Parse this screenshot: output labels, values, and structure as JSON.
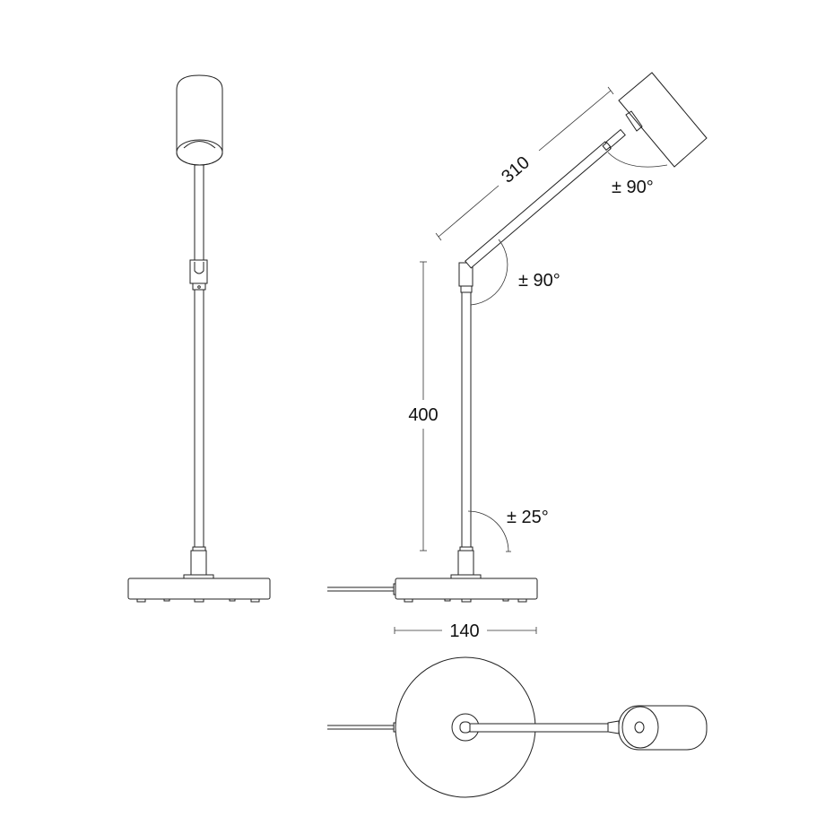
{
  "dimensions": {
    "arm_length": "310",
    "stem_height": "400",
    "base_width": "140",
    "head_rotation": "± 90°",
    "arm_rotation": "± 90°",
    "stem_tilt": "± 25°"
  }
}
